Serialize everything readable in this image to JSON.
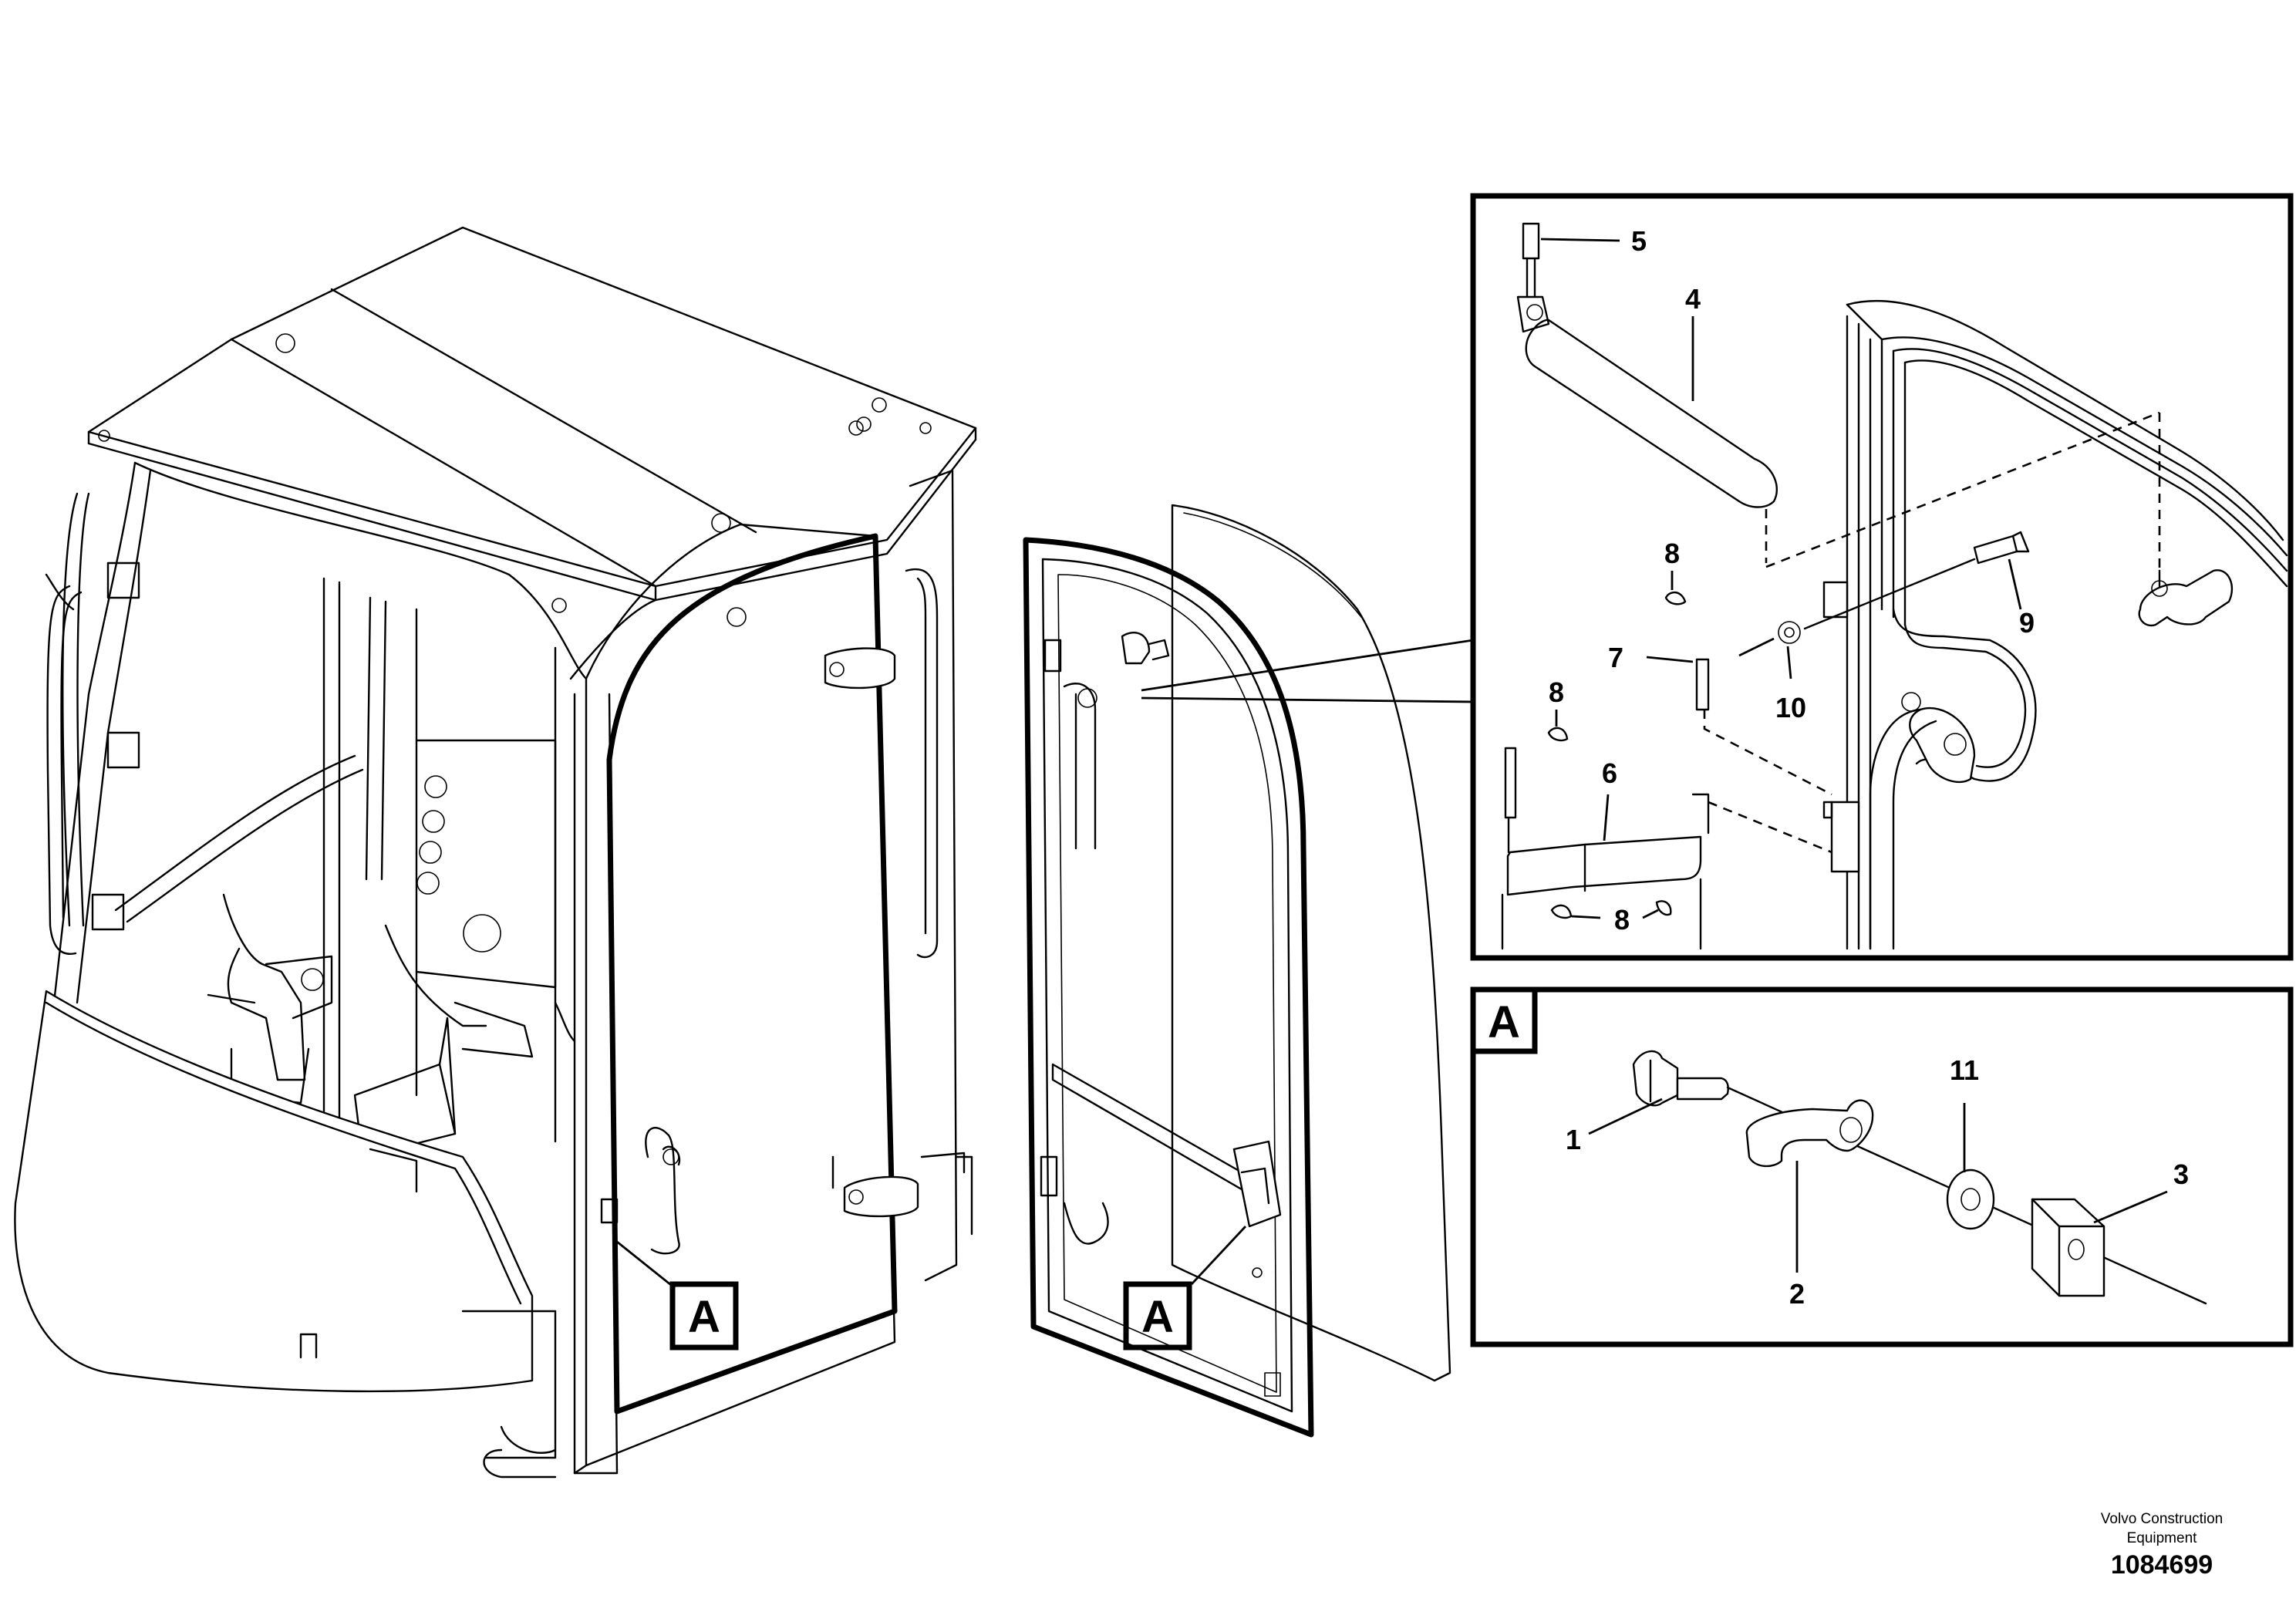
{
  "callouts": {
    "detail_tag": "A",
    "view_tag_door": "A",
    "view_tag_window": "A"
  },
  "parts": {
    "p1": "1",
    "p2": "2",
    "p3": "3",
    "p4": "4",
    "p5": "5",
    "p6": "6",
    "p7": "7",
    "p8a": "8",
    "p8b": "8",
    "p8c": "8",
    "p9": "9",
    "p10": "10",
    "p11": "11"
  },
  "footer": {
    "brand_line1": "Volvo Construction",
    "brand_line2": "Equipment",
    "drawing_number": "1084699"
  }
}
